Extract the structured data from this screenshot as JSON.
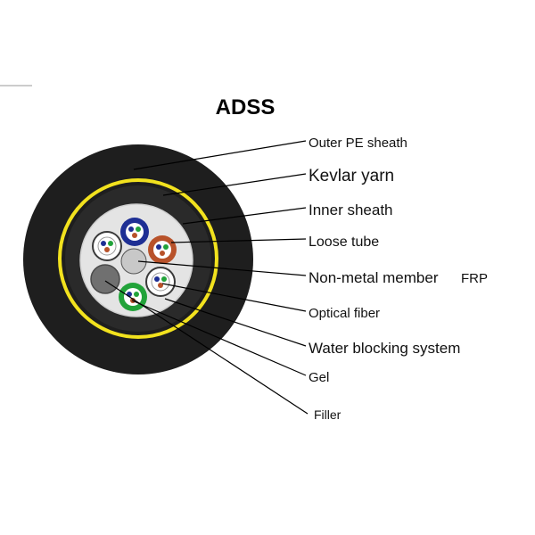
{
  "title": "ADSS",
  "labels": {
    "outer_pe_sheath": "Outer PE sheath",
    "kevlar_yarn": "Kevlar yarn",
    "inner_sheath": "Inner sheath",
    "loose_tube": "Loose tube",
    "non_metal_member": "Non-metal member",
    "frp": "FRP",
    "optical_fiber": "Optical fiber",
    "water_blocking_system": "Water blocking system",
    "gel": "Gel",
    "filler": "Filler"
  },
  "colors": {
    "outer_sheath": "#1e1e1e",
    "kevlar_yarn": "#f2e21e",
    "inner_sheath": "#2a2a2a",
    "core_background": "#e4e4e4",
    "tube_blue": "#1e2f94",
    "tube_brown": "#b8522a",
    "tube_green": "#22a33a",
    "tube_white": "#ffffff",
    "filler": "#707070",
    "frp": "#c8c8c8"
  }
}
